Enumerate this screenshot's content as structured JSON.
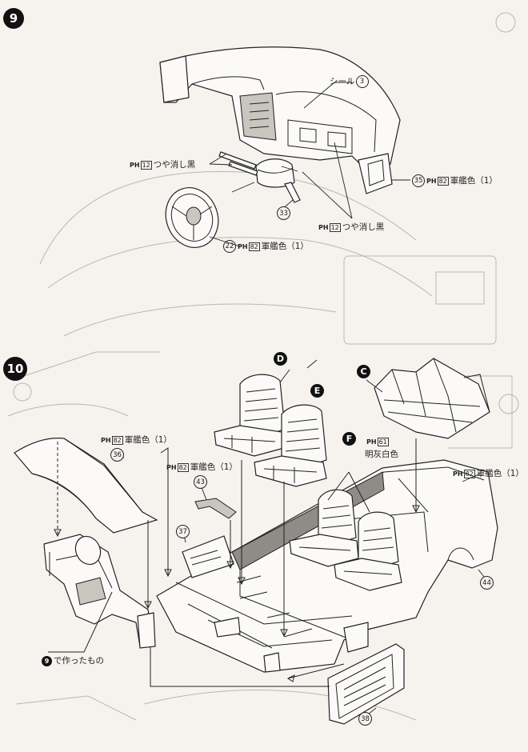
{
  "step9": {
    "number": "9",
    "seal_label": "シール",
    "seal_num": "3",
    "matte_black_upper": {
      "ph": "PH",
      "code": "12",
      "text": "つや消し黒"
    },
    "matte_black_lower": {
      "ph": "PH",
      "code": "12",
      "text": "つや消し黒"
    },
    "part35": {
      "num": "35",
      "ph": "PH",
      "code": "82",
      "text": "軍艦色（1）"
    },
    "part33": {
      "num": "33"
    },
    "part22": {
      "num": "22",
      "ph": "PH",
      "code": "82",
      "text": "軍艦色（1）"
    }
  },
  "step10": {
    "number": "10",
    "letter_d": "D",
    "letter_e": "E",
    "letter_c": "C",
    "letter_f": "F",
    "part36_paint": {
      "ph": "PH",
      "code": "82",
      "text": "軍艦色（1）"
    },
    "part36": {
      "num": "36"
    },
    "part43_paint": {
      "ph": "PH",
      "code": "82",
      "text": "軍艦色（1）"
    },
    "part43": {
      "num": "43"
    },
    "part37": {
      "num": "37"
    },
    "f_paint": {
      "ph": "PH",
      "code": "61",
      "text": "明灰白色"
    },
    "part44_paint": {
      "ph": "PH",
      "code": "82",
      "text": "軍艦色（1）"
    },
    "part44": {
      "num": "44"
    },
    "part38": {
      "num": "38"
    },
    "made_in_9": {
      "ref": "9",
      "text": "で作ったもの"
    }
  }
}
